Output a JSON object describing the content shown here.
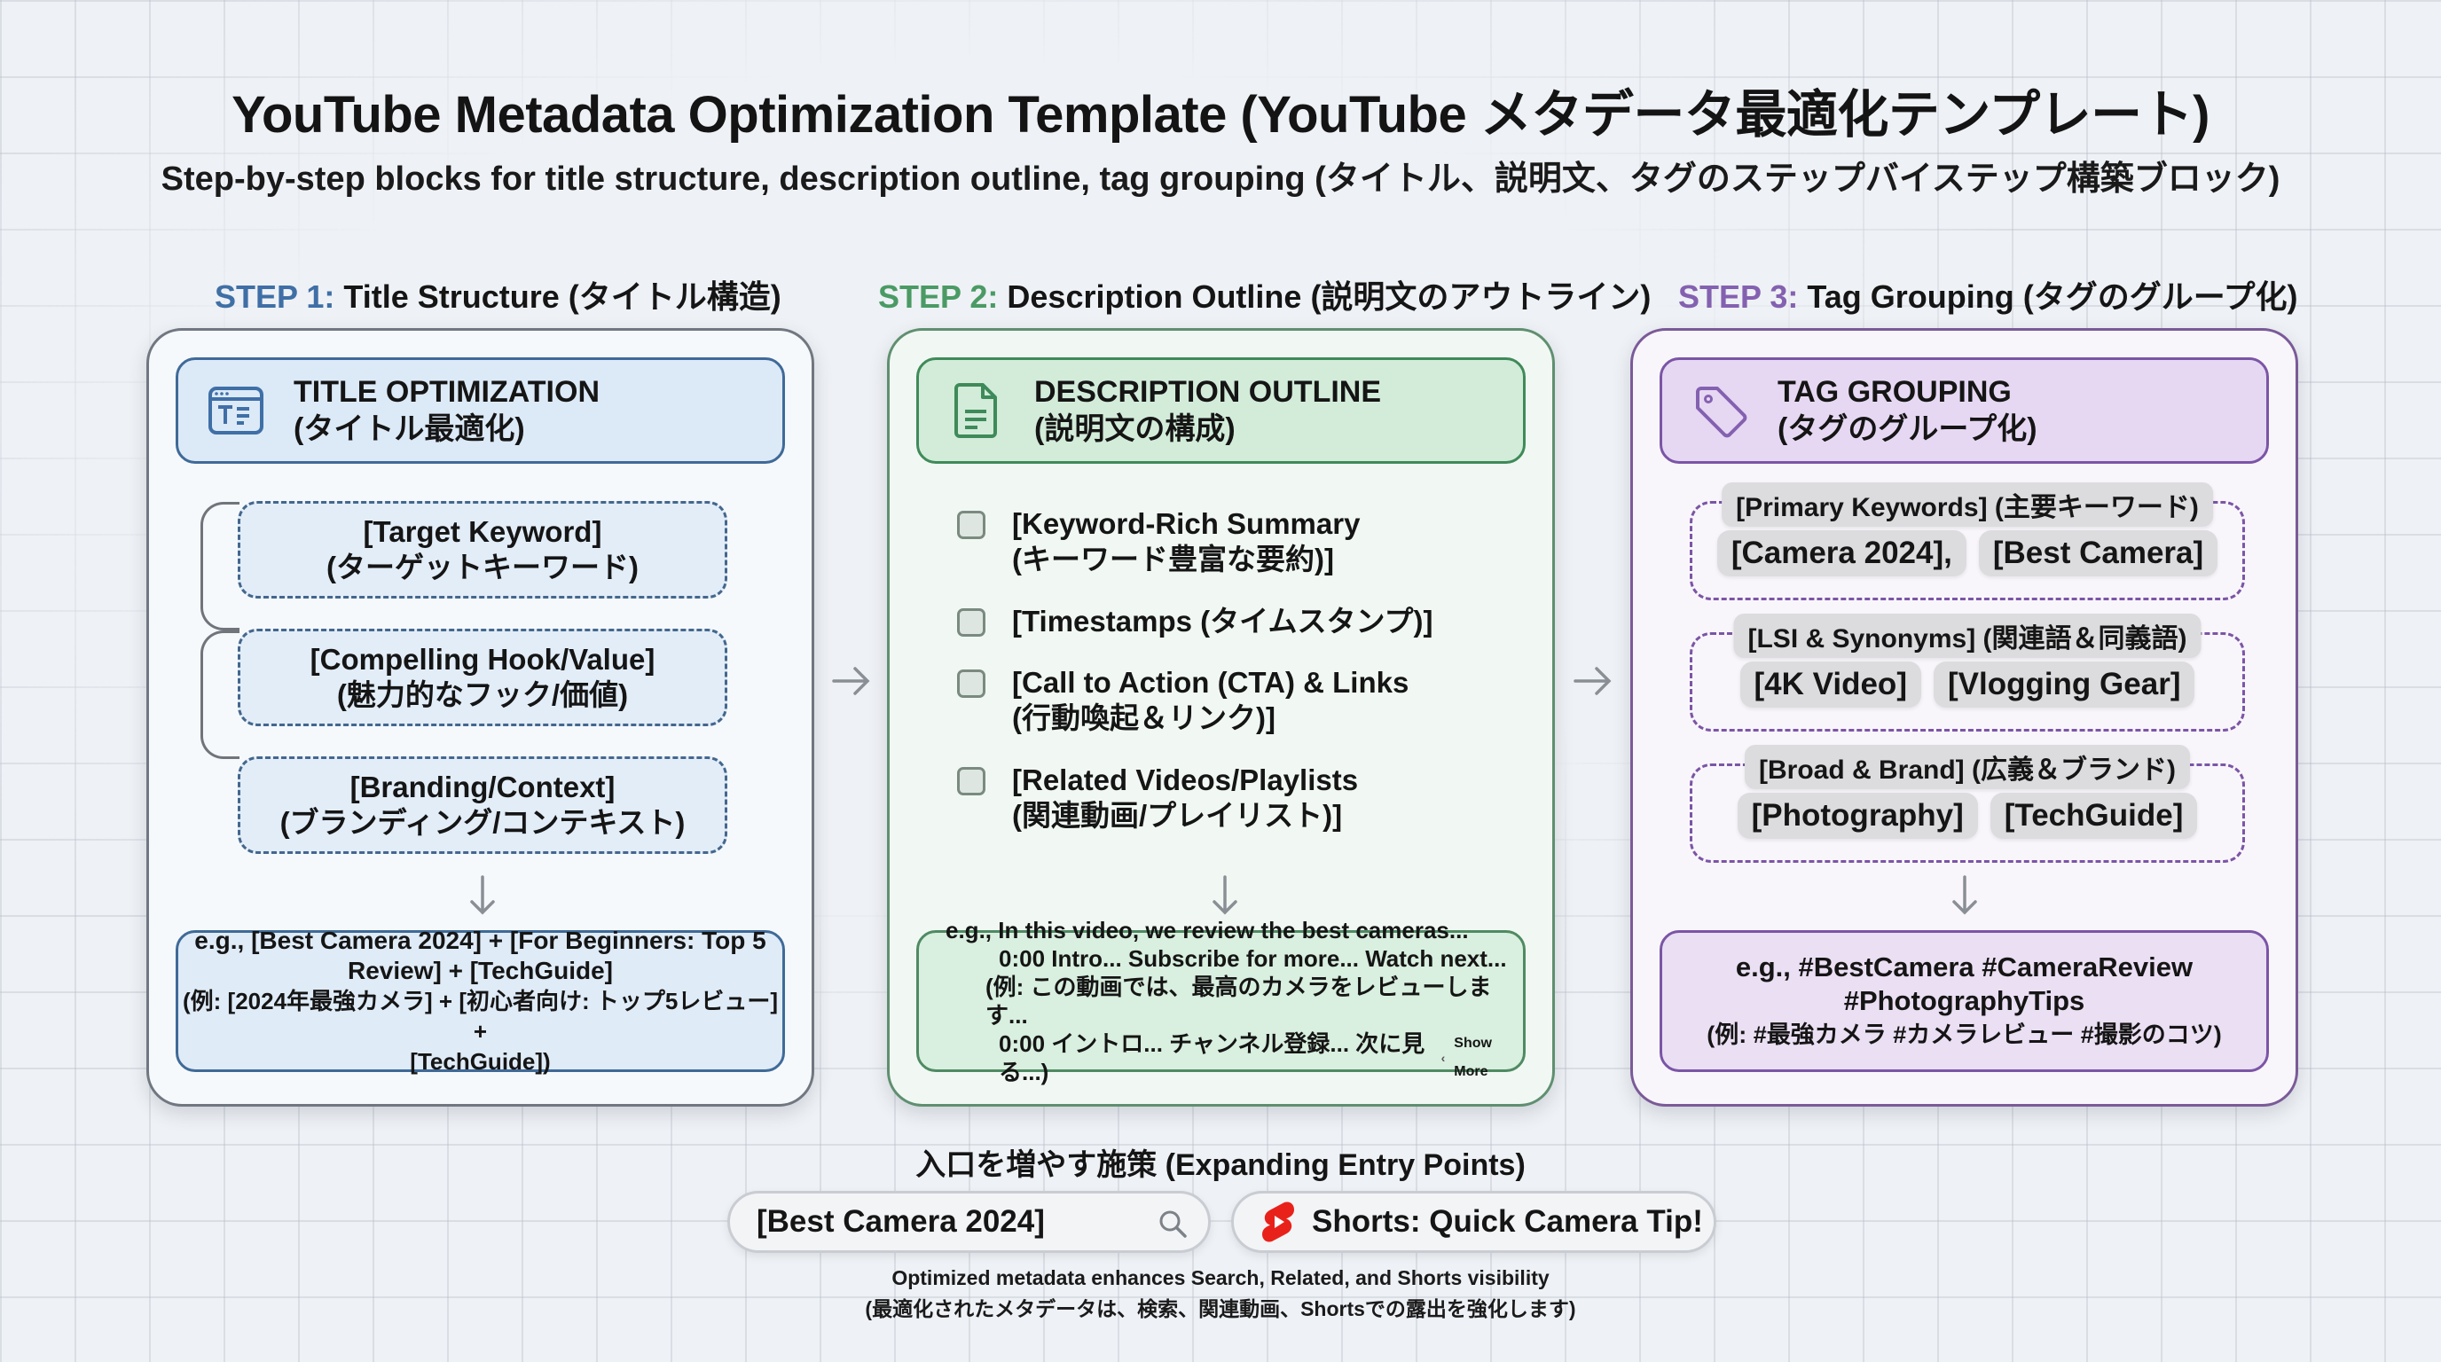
{
  "header": {
    "title": "YouTube Metadata Optimization Template (YouTube メタデータ最適化テンプレート)",
    "subtitle": "Step-by-step blocks for title structure, description outline, tag grouping (タイトル、説明文、タグのステップバイステップ構築ブロック)"
  },
  "colors": {
    "step1": "#3f6fa6",
    "step2": "#4a9a64",
    "step3": "#8461b0",
    "background": "#eef1f5",
    "shorts_red": "#e8221b"
  },
  "steps": [
    {
      "step_prefix": "STEP 1:",
      "step_title": "Title Structure (タイトル構造)",
      "header_icon": "title-window-icon",
      "header_line1": "TITLE OPTIMIZATION",
      "header_line2": "(タイトル最適化)",
      "blocks": [
        {
          "en": "[Target Keyword]",
          "jp": "(ターゲットキーワード)"
        },
        {
          "en": "[Compelling Hook/Value]",
          "jp": "(魅力的なフック/価値)"
        },
        {
          "en": "[Branding/Context]",
          "jp": "(ブランディング/コンテキスト)"
        }
      ],
      "example_line1": "e.g., [Best Camera 2024] + [For Beginners: Top 5",
      "example_line2": "Review] + [TechGuide]",
      "example_line3": "(例: [2024年最強カメラ] + [初心者向け: トップ5レビュー] +",
      "example_line4": "[TechGuide])"
    },
    {
      "step_prefix": "STEP 2:",
      "step_title": "Description Outline (説明文のアウトライン)",
      "header_icon": "document-icon",
      "header_line1": "DESCRIPTION OUTLINE",
      "header_line2": "(説明文の構成)",
      "checklist": [
        {
          "line1": "[Keyword-Rich Summary",
          "line2": "(キーワード豊富な要約)]",
          "checked": false
        },
        {
          "line1": "[Timestamps (タイムスタンプ)]",
          "line2": "",
          "checked": false
        },
        {
          "line1": "[Call to Action (CTA) & Links",
          "line2": "(行動喚起＆リンク)]",
          "checked": false
        },
        {
          "line1": "[Related Videos/Playlists",
          "line2": "(関連動画/プレイリスト)]",
          "checked": false
        }
      ],
      "example_line1": "e.g., In this video, we review the best cameras...",
      "example_line2": "0:00 Intro... Subscribe for more... Watch next...",
      "example_line3": "(例: この動画では、最高のカメラをレビューします...",
      "example_line4": "0:00 イントロ... チャンネル登録... 次に見る...)",
      "show_more": "Show More"
    },
    {
      "step_prefix": "STEP 3:",
      "step_title": "Tag Grouping (タグのグループ化)",
      "header_icon": "tag-icon",
      "header_line1": "TAG GROUPING",
      "header_line2": "(タグのグループ化)",
      "groups": [
        {
          "label": "[Primary Keywords] (主要キーワード)",
          "tags": [
            "[Camera 2024],",
            "[Best Camera]"
          ]
        },
        {
          "label": "[LSI & Synonyms] (関連語＆同義語)",
          "tags": [
            "[4K Video]",
            "[Vlogging Gear]"
          ]
        },
        {
          "label": "[Broad & Brand] (広義＆ブランド)",
          "tags": [
            "[Photography]",
            "[TechGuide]"
          ]
        }
      ],
      "example_line1": "e.g., #BestCamera #CameraReview",
      "example_line2": "#PhotographyTips",
      "example_line3": "(例: #最強カメラ #カメラレビュー #撮影のコツ)"
    }
  ],
  "entry_points": {
    "heading": "入口を増やす施策 (Expanding Entry Points)",
    "search_value": "[Best Camera 2024]",
    "search_icon": "search-icon",
    "shorts_label": "Shorts: Quick Camera Tip!",
    "shorts_icon": "youtube-shorts-icon",
    "note_en": "Optimized metadata enhances Search, Related, and Shorts visibility",
    "note_jp": "(最適化されたメタデータは、検索、関連動画、Shortsでの露出を強化します)"
  }
}
